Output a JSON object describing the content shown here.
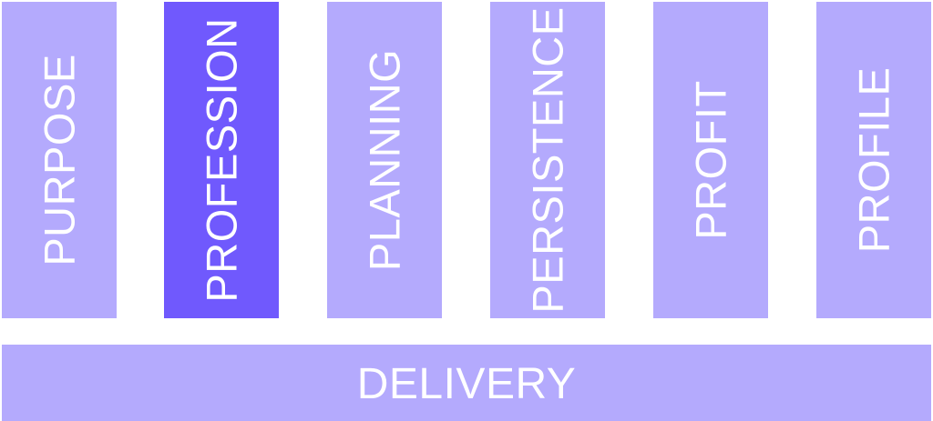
{
  "colors": {
    "pillar": "#b4aafd",
    "highlight": "#7059fd",
    "text": "#ffffff",
    "background": "#ffffff"
  },
  "pillars": [
    {
      "label": "PURPOSE",
      "highlighted": false
    },
    {
      "label": "PROFESSION",
      "highlighted": true
    },
    {
      "label": "PLANNING",
      "highlighted": false
    },
    {
      "label": "PERSISTENCE",
      "highlighted": false
    },
    {
      "label": "PROFIT",
      "highlighted": false
    },
    {
      "label": "PROFILE",
      "highlighted": false
    }
  ],
  "base": {
    "label": "DELIVERY"
  }
}
